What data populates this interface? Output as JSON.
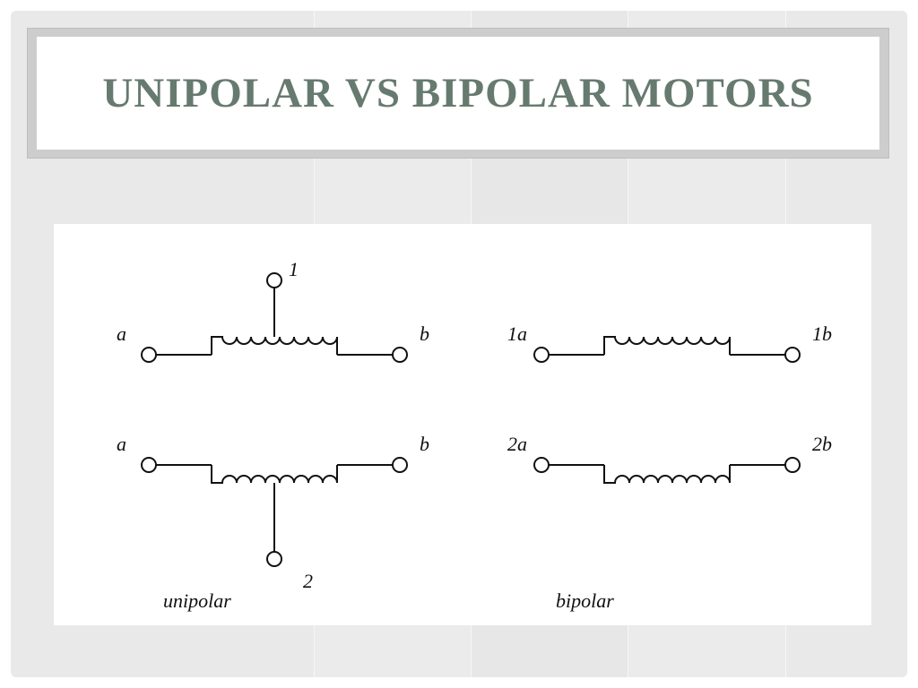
{
  "slide": {
    "title": "Unipolar vs Bipolar Motors"
  },
  "diagram": {
    "unipolar": {
      "caption": "unipolar",
      "top_winding": {
        "left_terminal": "a",
        "right_terminal": "b",
        "center_tap": "1"
      },
      "bottom_winding": {
        "left_terminal": "a",
        "right_terminal": "b",
        "center_tap": "2"
      }
    },
    "bipolar": {
      "caption": "bipolar",
      "top_winding": {
        "left_terminal": "1a",
        "right_terminal": "1b"
      },
      "bottom_winding": {
        "left_terminal": "2a",
        "right_terminal": "2b"
      }
    },
    "colors": {
      "line": "#111111",
      "title": "#667a6f",
      "background": "#e9e9e9"
    }
  }
}
